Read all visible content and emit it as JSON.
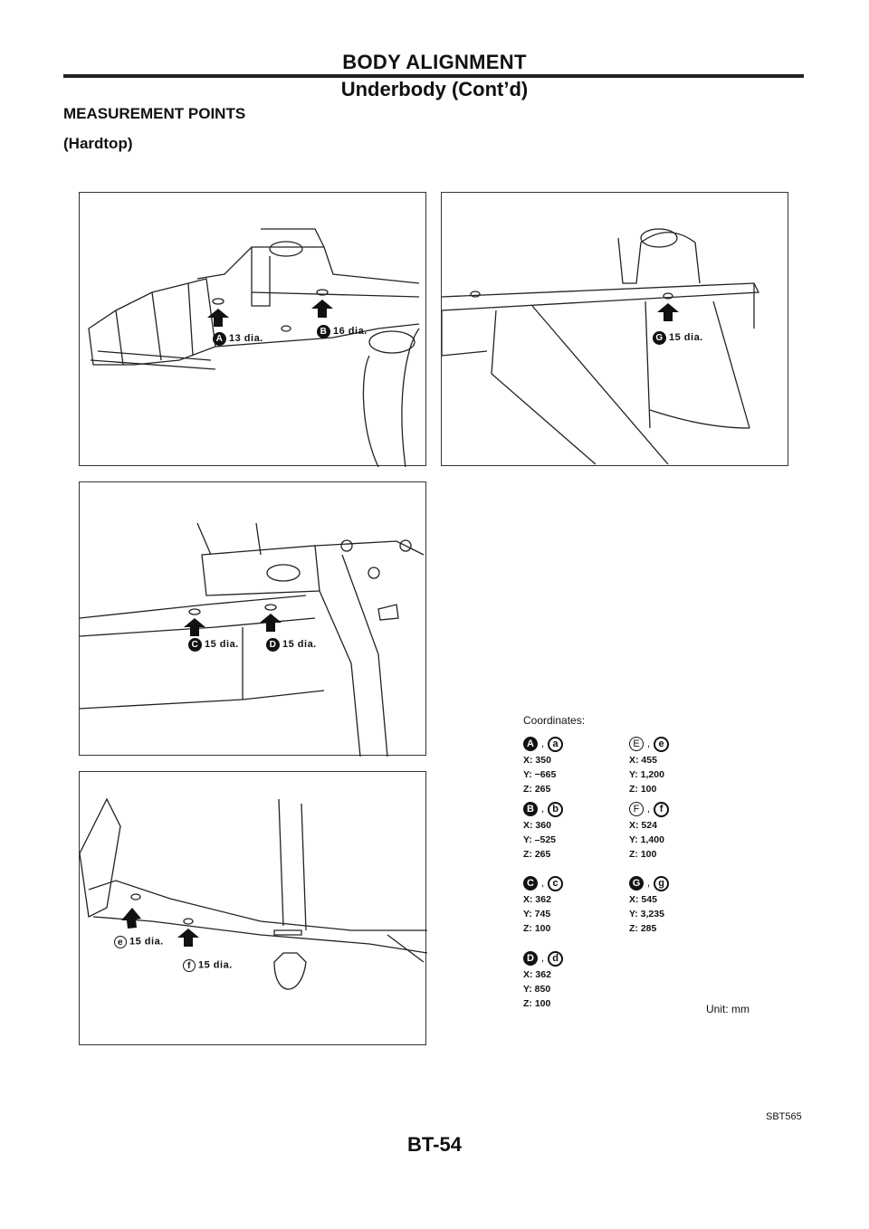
{
  "header": {
    "title": "BODY ALIGNMENT",
    "subtitle": "Underbody (Cont’d)"
  },
  "section": {
    "title": "MEASUREMENT POINTS",
    "subtitle": "(Hardtop)"
  },
  "panels": {
    "top_left": {
      "callouts": [
        {
          "mark": "A",
          "text": "13 dia."
        },
        {
          "mark": "B",
          "text": "16 dia."
        }
      ]
    },
    "top_right": {
      "callouts": [
        {
          "mark": "G",
          "text": "15 dia."
        }
      ]
    },
    "mid_left": {
      "callouts": [
        {
          "mark": "C",
          "text": "15 dia."
        },
        {
          "mark": "D",
          "text": "15 dia."
        }
      ]
    },
    "bottom_left": {
      "callouts": [
        {
          "mark": "e",
          "text": "15 dia."
        },
        {
          "mark": "f",
          "text": "15 dia."
        }
      ]
    }
  },
  "coordinates": {
    "heading": "Coordinates:",
    "left": [
      {
        "upper": "A",
        "lower": "a",
        "x": "X:  350",
        "y": "Y:  −665",
        "z": "Z:  265"
      },
      {
        "upper": "B",
        "lower": "b",
        "x": "X:  360",
        "y": "Y:  –525",
        "z": "Z:  265"
      },
      {
        "upper": "C",
        "lower": "c",
        "x": "X:  362",
        "y": "Y:  745",
        "z": "Z:  100"
      },
      {
        "upper": "D",
        "lower": "d",
        "x": "X:  362",
        "y": "Y:  850",
        "z": "Z:  100"
      }
    ],
    "right": [
      {
        "upper": "E",
        "lower": "e",
        "x": "X:  455",
        "y": "Y:  1,200",
        "z": "Z:  100"
      },
      {
        "upper": "F",
        "lower": "f",
        "x": "X:  524",
        "y": "Y:  1,400",
        "z": "Z:  100"
      },
      {
        "upper": "G",
        "lower": "g",
        "x": "X:  545",
        "y": "Y:  3,235",
        "z": "Z:  285"
      }
    ],
    "unit": "Unit:  mm"
  },
  "figure_code": "SBT565",
  "page_number": "BT-54"
}
